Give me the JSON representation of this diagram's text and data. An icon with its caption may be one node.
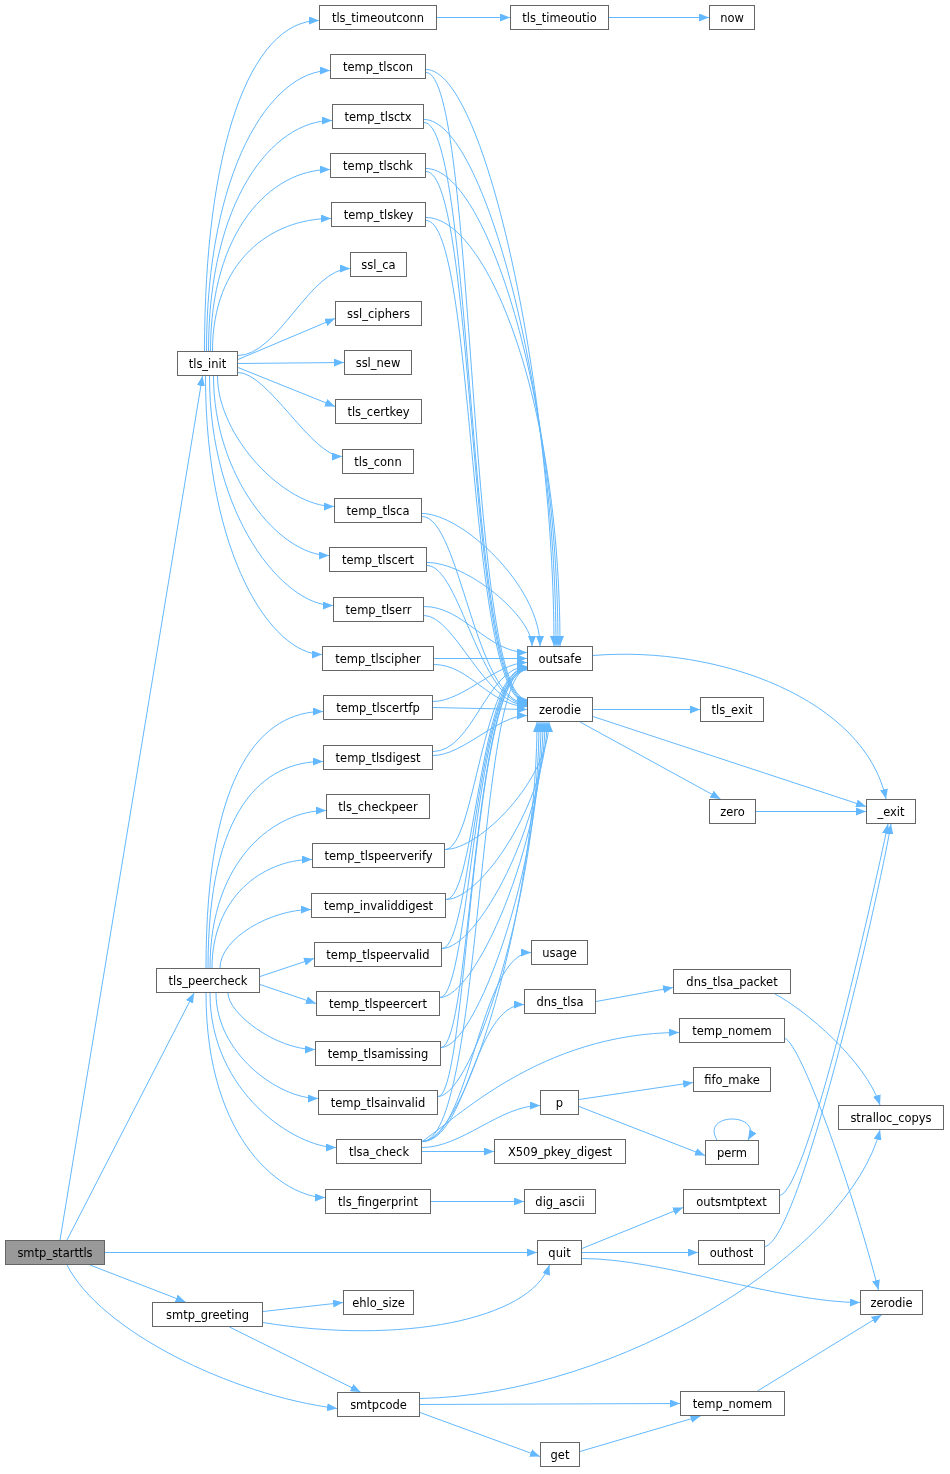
{
  "diagram": {
    "nodes": [
      {
        "text": [
          "smtp_starttls"
        ]
      },
      {
        "text": [
          "tls_init"
        ]
      },
      {
        "text": [
          "tls_peercheck"
        ]
      },
      {
        "text": [
          "smtp_greeting"
        ]
      },
      {
        "text": [
          "tls_timeoutconn"
        ]
      },
      {
        "text": [
          "temp_tlscon"
        ]
      },
      {
        "text": [
          "temp_tlsctx"
        ]
      },
      {
        "text": [
          "temp_tlschk"
        ]
      },
      {
        "text": [
          "temp_tlskey"
        ]
      },
      {
        "text": [
          "ssl_ca"
        ]
      },
      {
        "text": [
          "ssl_ciphers"
        ]
      },
      {
        "text": [
          "ssl_new"
        ]
      },
      {
        "text": [
          "tls_certkey"
        ]
      },
      {
        "text": [
          "tls_conn"
        ]
      },
      {
        "text": [
          "temp_tlsca"
        ]
      },
      {
        "text": [
          "temp_tlscert"
        ]
      },
      {
        "text": [
          "temp_tlserr"
        ]
      },
      {
        "text": [
          "temp_tlscipher"
        ]
      },
      {
        "text": [
          "temp_tlscertfp"
        ]
      },
      {
        "text": [
          "temp_tlsdigest"
        ]
      },
      {
        "text": [
          "tls_checkpeer"
        ]
      },
      {
        "text": [
          "temp_tlspeerverify"
        ]
      },
      {
        "text": [
          "temp_invaliddigest"
        ]
      },
      {
        "text": [
          "temp_tlspeervalid"
        ]
      },
      {
        "text": [
          "temp_tlspeercert"
        ]
      },
      {
        "text": [
          "temp_tlsamissing"
        ]
      },
      {
        "text": [
          "temp_tlsainvalid"
        ]
      },
      {
        "text": [
          "tlsa_check"
        ]
      },
      {
        "text": [
          "tls_fingerprint"
        ]
      },
      {
        "text": [
          "ehlo_size"
        ]
      },
      {
        "text": [
          "smtpcode"
        ]
      },
      {
        "text": [
          "tls_timeoutio"
        ]
      },
      {
        "text": [
          "outsafe"
        ]
      },
      {
        "text": [
          "zerodie"
        ]
      },
      {
        "text": [
          "usage"
        ]
      },
      {
        "text": [
          "dns_tlsa"
        ]
      },
      {
        "text": [
          "p"
        ]
      },
      {
        "text": [
          "X509_pkey_digest"
        ]
      },
      {
        "text": [
          "dig_ascii"
        ]
      },
      {
        "text": [
          "quit"
        ]
      },
      {
        "text": [
          "get"
        ]
      },
      {
        "text": [
          "now"
        ]
      },
      {
        "text": [
          "tls_exit"
        ]
      },
      {
        "text": [
          "zero"
        ]
      },
      {
        "text": [
          "dns_tlsa_packet"
        ]
      },
      {
        "text": [
          "temp_nomem"
        ]
      },
      {
        "text": [
          "fifo_make"
        ]
      },
      {
        "text": [
          "perm"
        ]
      },
      {
        "text": [
          "outsmtptext"
        ]
      },
      {
        "text": [
          "outhost"
        ]
      },
      {
        "text": [
          "temp_nomem"
        ]
      },
      {
        "text": [
          "_exit"
        ]
      },
      {
        "text": [
          "stralloc_copys"
        ]
      },
      {
        "text": [
          "zerodie"
        ]
      }
    ],
    "edges": [
      {
        "from": 0,
        "to": 1,
        "arrow": "to"
      },
      {
        "from": 0,
        "to": 2,
        "arrow": "to"
      },
      {
        "from": 0,
        "to": 39,
        "arrow": "to"
      },
      {
        "from": 0,
        "to": 3,
        "arrow": "to"
      },
      {
        "from": 0,
        "to": 30,
        "arrow": "to"
      },
      {
        "from": 1,
        "to": 4,
        "arrow": "to"
      },
      {
        "from": 1,
        "to": 5,
        "arrow": "to"
      },
      {
        "from": 1,
        "to": 6,
        "arrow": "to"
      },
      {
        "from": 1,
        "to": 7,
        "arrow": "to"
      },
      {
        "from": 1,
        "to": 8,
        "arrow": "to"
      },
      {
        "from": 1,
        "to": 9,
        "arrow": "to"
      },
      {
        "from": 1,
        "to": 10,
        "arrow": "to"
      },
      {
        "from": 1,
        "to": 11,
        "arrow": "to"
      },
      {
        "from": 1,
        "to": 12,
        "arrow": "to"
      },
      {
        "from": 1,
        "to": 13,
        "arrow": "to"
      },
      {
        "from": 1,
        "to": 14,
        "arrow": "to"
      },
      {
        "from": 1,
        "to": 15,
        "arrow": "to"
      },
      {
        "from": 1,
        "to": 16,
        "arrow": "to"
      },
      {
        "from": 1,
        "to": 17,
        "arrow": "to"
      },
      {
        "from": 4,
        "to": 31,
        "arrow": "to"
      },
      {
        "from": 31,
        "to": 41,
        "arrow": "to"
      },
      {
        "from": 5,
        "to": 32,
        "arrow": "to"
      },
      {
        "from": 5,
        "to": 33,
        "arrow": "to"
      },
      {
        "from": 6,
        "to": 32,
        "arrow": "to"
      },
      {
        "from": 6,
        "to": 33,
        "arrow": "to"
      },
      {
        "from": 7,
        "to": 32,
        "arrow": "to"
      },
      {
        "from": 7,
        "to": 33,
        "arrow": "to"
      },
      {
        "from": 8,
        "to": 32,
        "arrow": "to"
      },
      {
        "from": 8,
        "to": 33,
        "arrow": "to"
      },
      {
        "from": 14,
        "to": 32,
        "arrow": "to"
      },
      {
        "from": 14,
        "to": 33,
        "arrow": "to"
      },
      {
        "from": 15,
        "to": 32,
        "arrow": "to"
      },
      {
        "from": 15,
        "to": 33,
        "arrow": "to"
      },
      {
        "from": 16,
        "to": 32,
        "arrow": "to"
      },
      {
        "from": 16,
        "to": 33,
        "arrow": "to"
      },
      {
        "from": 17,
        "to": 32,
        "arrow": "to"
      },
      {
        "from": 17,
        "to": 33,
        "arrow": "to"
      },
      {
        "from": 18,
        "to": 32,
        "arrow": "to"
      },
      {
        "from": 18,
        "to": 33,
        "arrow": "to"
      },
      {
        "from": 19,
        "to": 32,
        "arrow": "to"
      },
      {
        "from": 19,
        "to": 33,
        "arrow": "to"
      },
      {
        "from": 2,
        "to": 18,
        "arrow": "to"
      },
      {
        "from": 2,
        "to": 19,
        "arrow": "to"
      },
      {
        "from": 2,
        "to": 20,
        "arrow": "to"
      },
      {
        "from": 2,
        "to": 21,
        "arrow": "to"
      },
      {
        "from": 2,
        "to": 22,
        "arrow": "to"
      },
      {
        "from": 2,
        "to": 23,
        "arrow": "to"
      },
      {
        "from": 2,
        "to": 24,
        "arrow": "to"
      },
      {
        "from": 2,
        "to": 25,
        "arrow": "to"
      },
      {
        "from": 2,
        "to": 26,
        "arrow": "to"
      },
      {
        "from": 2,
        "to": 27,
        "arrow": "to"
      },
      {
        "from": 2,
        "to": 28,
        "arrow": "to"
      },
      {
        "from": 21,
        "to": 32,
        "arrow": "to"
      },
      {
        "from": 21,
        "to": 33,
        "arrow": "to"
      },
      {
        "from": 22,
        "to": 32,
        "arrow": "to"
      },
      {
        "from": 22,
        "to": 33,
        "arrow": "to"
      },
      {
        "from": 23,
        "to": 32,
        "arrow": "to"
      },
      {
        "from": 23,
        "to": 33,
        "arrow": "to"
      },
      {
        "from": 24,
        "to": 32,
        "arrow": "to"
      },
      {
        "from": 24,
        "to": 33,
        "arrow": "to"
      },
      {
        "from": 25,
        "to": 32,
        "arrow": "to"
      },
      {
        "from": 25,
        "to": 33,
        "arrow": "to"
      },
      {
        "from": 26,
        "to": 32,
        "arrow": "to"
      },
      {
        "from": 26,
        "to": 33,
        "arrow": "to"
      },
      {
        "from": 27,
        "to": 34,
        "arrow": "to"
      },
      {
        "from": 27,
        "to": 35,
        "arrow": "to"
      },
      {
        "from": 27,
        "to": 45,
        "arrow": "to"
      },
      {
        "from": 27,
        "to": 36,
        "arrow": "to"
      },
      {
        "from": 27,
        "to": 37,
        "arrow": "to"
      },
      {
        "from": 27,
        "to": 32,
        "arrow": "to"
      },
      {
        "from": 27,
        "to": 33,
        "arrow": "to"
      },
      {
        "from": 35,
        "to": 44,
        "arrow": "to"
      },
      {
        "from": 44,
        "to": 52,
        "arrow": "to"
      },
      {
        "from": 45,
        "to": 53,
        "arrow": "to"
      },
      {
        "from": 36,
        "to": 46,
        "arrow": "to"
      },
      {
        "from": 36,
        "to": 47,
        "arrow": "to"
      },
      {
        "from": 47,
        "to": 47,
        "arrow": "to"
      },
      {
        "from": 28,
        "to": 38,
        "arrow": "to"
      },
      {
        "from": 32,
        "to": 51,
        "arrow": "to"
      },
      {
        "from": 33,
        "to": 42,
        "arrow": "to"
      },
      {
        "from": 33,
        "to": 43,
        "arrow": "to"
      },
      {
        "from": 33,
        "to": 51,
        "arrow": "to"
      },
      {
        "from": 43,
        "to": 51,
        "arrow": "to"
      },
      {
        "from": 39,
        "to": 48,
        "arrow": "to"
      },
      {
        "from": 39,
        "to": 49,
        "arrow": "to"
      },
      {
        "from": 39,
        "to": 53,
        "arrow": "to"
      },
      {
        "from": 48,
        "to": 51,
        "arrow": "to"
      },
      {
        "from": 49,
        "to": 51,
        "arrow": "to"
      },
      {
        "from": 3,
        "to": 29,
        "arrow": "to"
      },
      {
        "from": 3,
        "to": 39,
        "arrow": "to"
      },
      {
        "from": 3,
        "to": 30,
        "arrow": "to"
      },
      {
        "from": 30,
        "to": 52,
        "arrow": "to"
      },
      {
        "from": 30,
        "to": 50,
        "arrow": "to"
      },
      {
        "from": 30,
        "to": 40,
        "arrow": "to"
      },
      {
        "from": 40,
        "to": 50,
        "arrow": "to"
      },
      {
        "from": 50,
        "to": 53,
        "arrow": "to"
      }
    ]
  }
}
